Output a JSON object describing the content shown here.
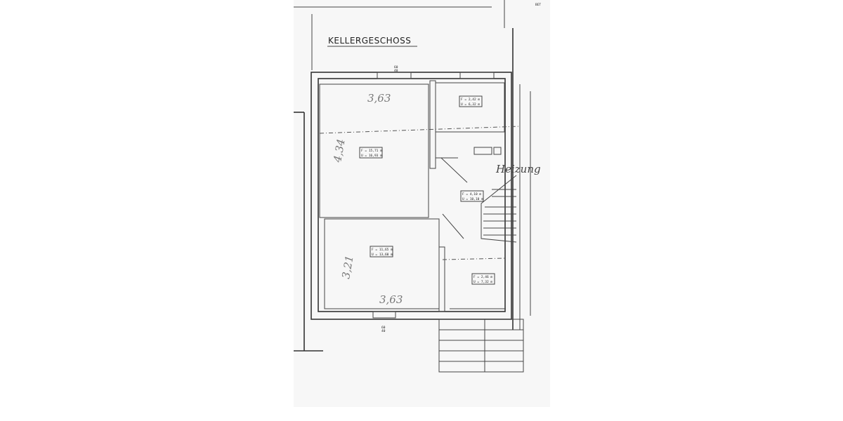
{
  "title": "KELLERGESCHOSS",
  "corner_label": "BET",
  "window_dims": [
    "60",
    "40"
  ],
  "handwritten": {
    "top_width": "3,63",
    "bottom_width": "3,63",
    "left_height_upper": "4,34",
    "left_height_lower": "3,21",
    "room_note": "Heizung"
  },
  "rooms": [
    {
      "area": "F = 15,71 m",
      "perimeter": "U = 16,93 m"
    },
    {
      "area": "F = 2,42 m",
      "perimeter": "U = 6,32 m"
    },
    {
      "area": "F = 4,10 m",
      "perimeter": "U = 10,10 m"
    },
    {
      "area": "F = 11,65 m",
      "perimeter": "U = 13,60 m"
    },
    {
      "area": "F = 2,46 m",
      "perimeter": "U = 7,32 m"
    }
  ]
}
